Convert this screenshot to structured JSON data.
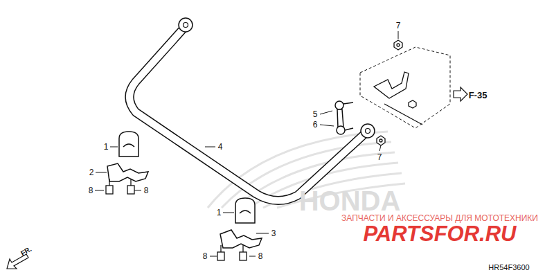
{
  "diagram": {
    "labels": [
      "7",
      "F-35",
      "5",
      "6",
      "4",
      "1",
      "7",
      "2",
      "8",
      "8",
      "HONDA",
      "1",
      "ЗАПЧАСТИ И АКСЕССУАРЫ ДЛЯ МОТОТЕХНИКИ",
      "PARTSFOR.RU",
      "3",
      "8",
      "8",
      "FR.",
      "HR54F3600"
    ]
  }
}
